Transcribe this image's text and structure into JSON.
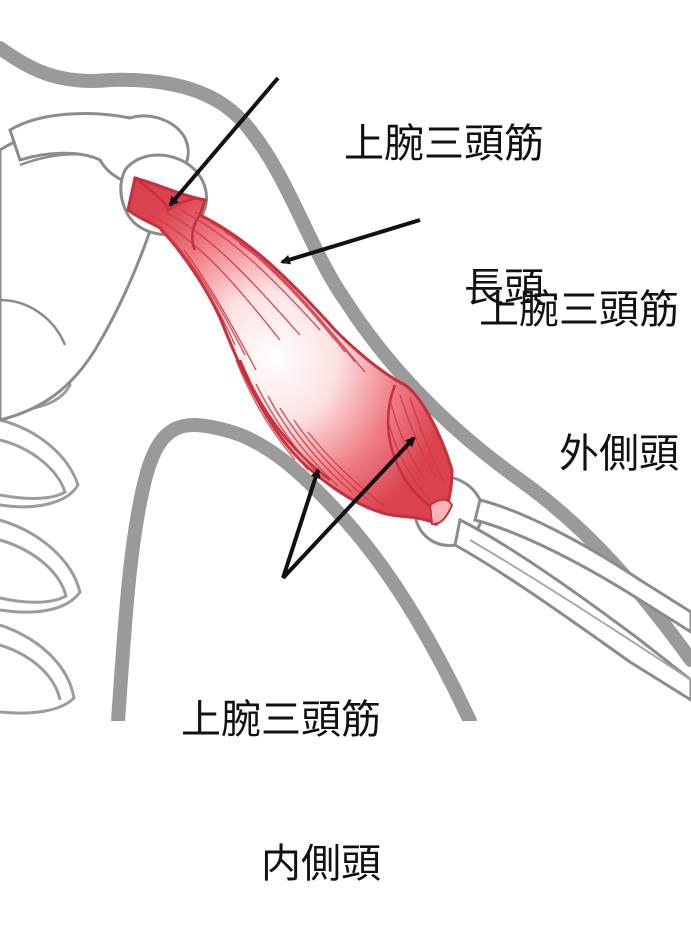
{
  "labels": {
    "long_head": {
      "line1": "上腕三頭筋",
      "line2": "長頭"
    },
    "lateral_head": {
      "line1": "上腕三頭筋",
      "line2": "外側頭"
    },
    "medial_head": {
      "line1": "上腕三頭筋",
      "line2": "内側頭"
    }
  },
  "colors": {
    "muscle": "#e04a55",
    "muscle_dark": "#c62f3b",
    "muscle_light": "#f3a3a8",
    "body_outline": "#9a9a9a",
    "bone_outline": "#8c8c8c",
    "bone_fill": "#ffffff",
    "arrow": "#111111"
  }
}
